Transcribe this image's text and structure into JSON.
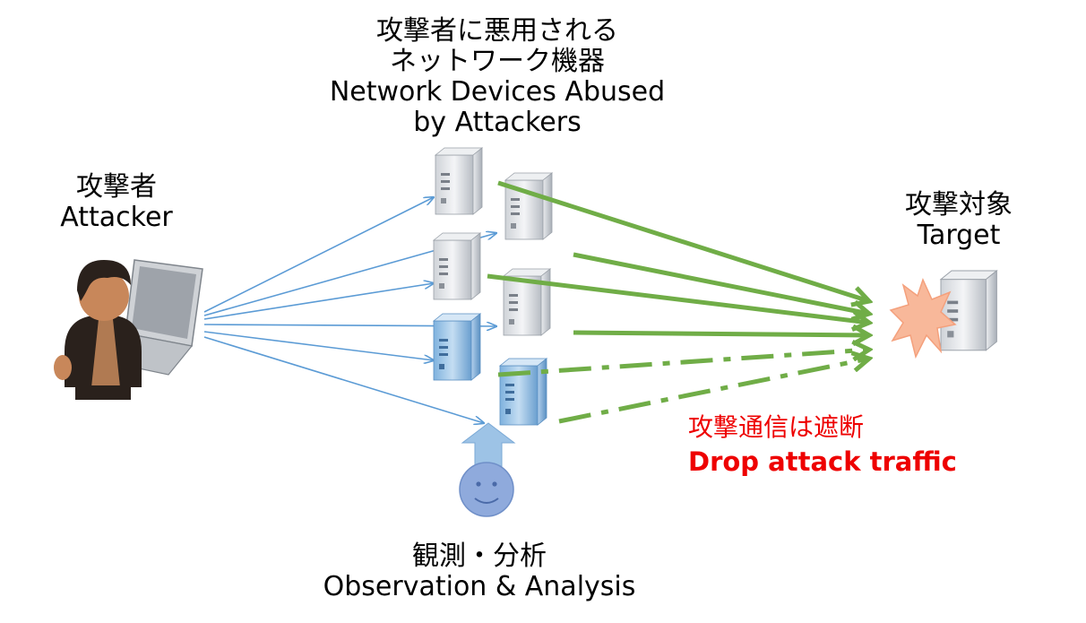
{
  "devices_label": {
    "ja_line1": "攻撃者に悪用される",
    "ja_line2": "ネットワーク機器",
    "en_line1": "Network Devices Abused",
    "en_line2": "by Attackers"
  },
  "attacker_label": {
    "ja": "攻撃者",
    "en": "Attacker"
  },
  "target_label": {
    "ja": "攻撃対象",
    "en": "Target"
  },
  "block_label": {
    "ja": "攻撃通信は遮断",
    "en": "Drop attack traffic"
  },
  "observe_label": {
    "ja": "観測・分析",
    "en": "Observation & Analysis"
  },
  "colors": {
    "attack_link": "#5b9bd5",
    "abuse_traffic": "#70ad47",
    "blocked_text": "#ee0000",
    "observer_server": "#9dc3e6",
    "observer_face": "#8faadc"
  }
}
